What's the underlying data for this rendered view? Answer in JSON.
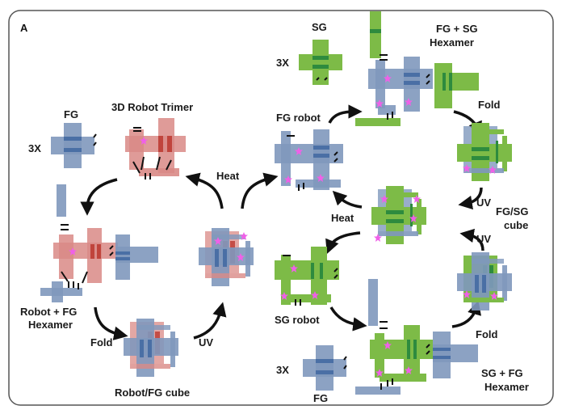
{
  "panel_label": "A",
  "colors": {
    "fg_blue": "#7f98bd",
    "fg_blue_dark": "#4a6fa5",
    "sg_green": "#7dbb47",
    "sg_green_dark": "#2e8b3e",
    "robot_red": "#d98a86",
    "robot_red_dark": "#c0443c",
    "star_magenta": "#f060e8",
    "arrow": "#111111",
    "frame": "#555555"
  },
  "left_cycle": {
    "monomer_label": "FG",
    "monomer_multiplier": "3X",
    "trimer_label": "3D Robot Trimer",
    "hexamer_label_line1": "Robot + FG",
    "hexamer_label_line2": "Hexamer",
    "fold_label": "Fold",
    "cube_label": "Robot/FG cube",
    "uv_label": "UV",
    "heat_label": "Heat"
  },
  "right_top_cycle": {
    "monomer_label": "SG",
    "monomer_multiplier": "3X",
    "hexamer_label_line1": "FG + SG",
    "hexamer_label_line2": "Hexamer",
    "robot_label": "FG robot",
    "fold_label": "Fold",
    "uv_label": "UV",
    "cube_label_line1": "FG/SG",
    "cube_label_line2": "cube",
    "heat_label": "Heat"
  },
  "right_bottom_cycle": {
    "robot_label": "SG robot",
    "monomer_label": "FG",
    "monomer_multiplier": "3X",
    "hexamer_label_line1": "SG + FG",
    "hexamer_label_line2": "Hexamer",
    "fold_label": "Fold",
    "uv_label": "UV"
  }
}
